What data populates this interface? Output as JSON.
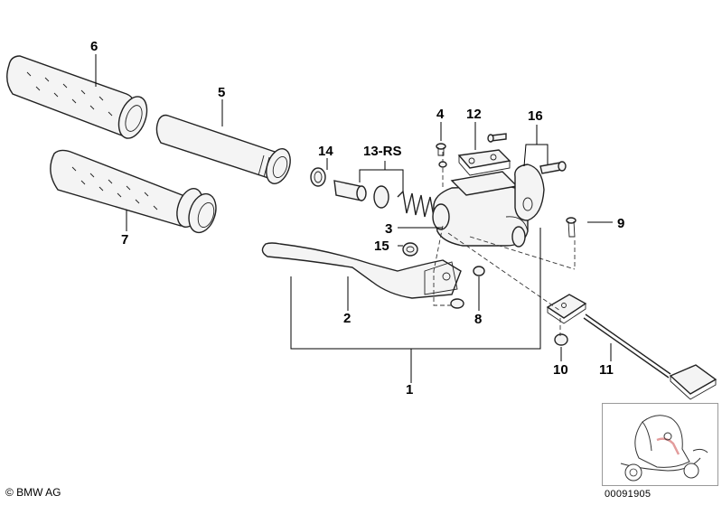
{
  "callouts": {
    "c1": "1",
    "c2": "2",
    "c3": "3",
    "c4": "4",
    "c5": "5",
    "c6": "6",
    "c7": "7",
    "c8": "8",
    "c9": "9",
    "c10": "10",
    "c11": "11",
    "c12": "12",
    "c13": "13-RS",
    "c14": "14",
    "c15": "15",
    "c16": "16"
  },
  "footer": {
    "copyright": "© BMW AG",
    "document_number": "00091905"
  },
  "icons": [
    "handlebar-grip-icon",
    "clutch-lever-icon",
    "master-cylinder-icon",
    "scooter-thumbnail-icon"
  ]
}
